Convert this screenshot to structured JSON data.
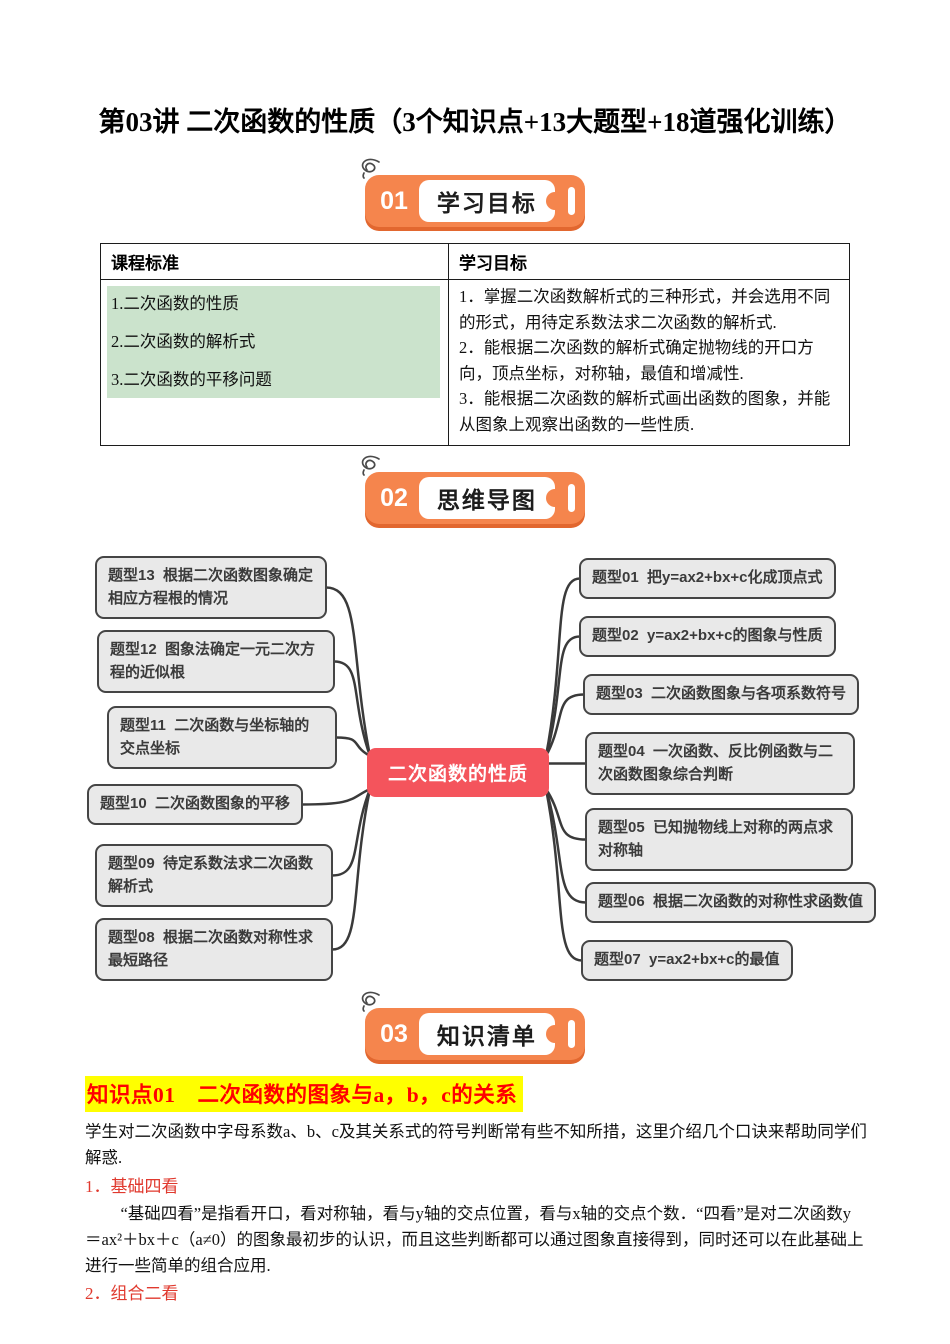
{
  "title": "第03讲 二次函数的性质（3个知识点+13大题型+18道强化训练）",
  "sections": [
    {
      "num": "01",
      "label": "学习目标"
    },
    {
      "num": "02",
      "label": "思维导图"
    },
    {
      "num": "03",
      "label": "知识清单"
    }
  ],
  "objectives_table": {
    "col1_header": "课程标准",
    "col2_header": "学习目标",
    "standards": [
      "1.二次函数的性质",
      "2.二次函数的解析式",
      "3.二次函数的平移问题"
    ],
    "goals": [
      "1．掌握二次函数解析式的三种形式，并会选用不同的形式，用待定系数法求二次函数的解析式.",
      "2．能根据二次函数的解析式确定抛物线的开口方向，顶点坐标，对称轴，最值和增减性.",
      "3．能根据二次函数的解析式画出函数的图象，并能从图象上观察出函数的一些性质."
    ]
  },
  "mindmap": {
    "center": "二次函数的性质",
    "left": [
      "题型13  根据二次函数图象确定相应方程根的情况",
      "题型12  图象法确定一元二次方程的近似根",
      "题型11  二次函数与坐标轴的交点坐标",
      "题型10  二次函数图象的平移",
      "题型09  待定系数法求二次函数解析式",
      "题型08  根据二次函数对称性求最短路径"
    ],
    "right": [
      "题型01  把y=ax2+bx+c化成顶点式",
      "题型02  y=ax2+bx+c的图象与性质",
      "题型03  二次函数图象与各项系数符号",
      "题型04  一次函数、反比例函数与二次函数图象综合判断",
      "题型05  已知抛物线上对称的两点求对称轴",
      "题型06  根据二次函数的对称性求函数值",
      "题型07  y=ax2+bx+c的最值"
    ]
  },
  "knowledge": {
    "heading": "知识点01　二次函数的图象与a，b，c的关系",
    "intro": "学生对二次函数中字母系数a、b、c及其关系式的符号判断常有些不知所措，这里介绍几个口诀来帮助同学们解惑.",
    "point1_title": "1．基础四看",
    "point1_text": "“基础四看”是指看开口，看对称轴，看与y轴的交点位置，看与x轴的交点个数．“四看”是对二次函数y＝ax²＋bx＋c（a≠0）的图象最初步的认识，而且这些判断都可以通过图象直接得到，同时还可以在此基础上进行一些简单的组合应用.",
    "point2_title": "2．组合二看"
  },
  "colors": {
    "accent_orange": "#f5854d",
    "accent_orange_dark": "#e2672f",
    "center_red": "#f4545c",
    "node_bg": "#e9e9e9",
    "node_border": "#454545",
    "line": "#3a3a3a",
    "green_highlight": "#cbe3cc",
    "yellow_highlight": "#ffff00",
    "heading_red": "#ff0000",
    "sub_red": "#e0392e"
  }
}
